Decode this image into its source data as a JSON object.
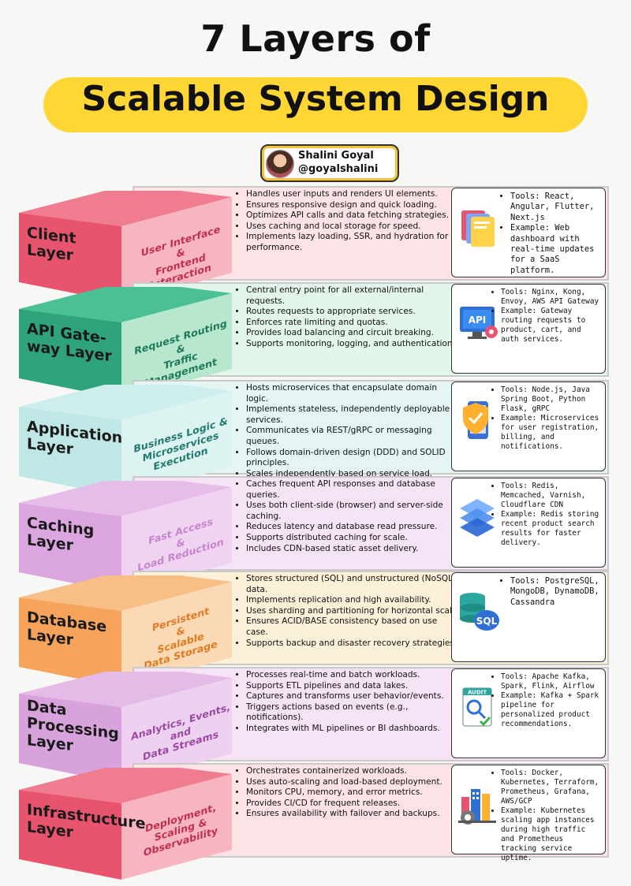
{
  "header": {
    "title_line1": "7 Layers of",
    "title_line2": "Scalable System Design",
    "author_name": "Shalini Goyal",
    "author_handle": "@goyalshalini"
  },
  "colors": {
    "highlight": "#ffd633"
  },
  "layers": [
    {
      "name": "Client\nLayer",
      "subtitle": "User Interface\n&\nFrontend Interaction",
      "color_front": "#e8546e",
      "color_side": "#f6b5c1",
      "color_top": "#f07c90",
      "panel_bg": "#fde3e6",
      "sub_color": "#c0304e",
      "icon": "folders-icon",
      "bullets": [
        "Handles user inputs and renders UI elements.",
        "Ensures responsive design and quick loading.",
        "Optimizes API calls and data fetching strategies.",
        "Uses caching and local storage for speed.",
        "Implements lazy loading, SSR, and hydration for performance."
      ],
      "tools": [
        "Tools: React, Angular, Flutter, Next.js",
        "Example: Web dashboard with real-time updates for a SaaS platform."
      ]
    },
    {
      "name": "API Gate-\nway Layer",
      "subtitle": "Request Routing\n&\nTraffic Management",
      "color_front": "#2fa37a",
      "color_side": "#b8e7cf",
      "color_top": "#4cc095",
      "panel_bg": "#e3f6ea",
      "sub_color": "#1f7a58",
      "icon": "api-monitor-icon",
      "bullets": [
        "Central entry point for all external/internal requests.",
        "Routes requests to appropriate services.",
        "Enforces rate limiting and quotas.",
        "Provides load balancing and circuit breaking.",
        "Supports monitoring, logging, and authentication."
      ],
      "tools": [
        "Tools: Nginx, Kong, Envoy, AWS API Gateway",
        "Example: Gateway routing requests to product, cart, and auth services."
      ]
    },
    {
      "name": "Application\nLayer",
      "subtitle": "Business Logic &\nMicroservices\nExecution",
      "color_front": "#bfe7e6",
      "color_side": "#ddf3f2",
      "color_top": "#cdeeed",
      "panel_bg": "#e4f5f4",
      "sub_color": "#21796f",
      "icon": "shield-phone-icon",
      "bullets": [
        "Hosts microservices that encapsulate domain logic.",
        "Implements stateless, independently deployable services.",
        "Communicates via REST/gRPC or messaging queues.",
        "Follows domain-driven design (DDD) and SOLID principles.",
        "Scales independently based on service load."
      ],
      "tools": [
        "Tools: Node.js, Java Spring Boot, Python Flask, gRPC",
        "Example: Microservices for user registration, billing, and notifications."
      ]
    },
    {
      "name": "Caching\nLayer",
      "subtitle": "Fast Access\n&\nLoad Reduction",
      "color_front": "#dba6df",
      "color_side": "#efd3f1",
      "color_top": "#e6bde9",
      "panel_bg": "#f5e4f6",
      "sub_color": "#c784cc",
      "icon": "layers-stack-icon",
      "bullets": [
        "Caches frequent API responses and database queries.",
        "Uses both client-side (browser) and server-side caching.",
        "Reduces latency and database read pressure.",
        "Supports distributed caching for scale.",
        "Includes CDN-based static asset delivery."
      ],
      "tools": [
        "Tools: Redis, Memcached, Varnish, Cloudflare CDN",
        "Example: Redis storing recent product search results for faster delivery."
      ]
    },
    {
      "name": "Database\nLayer",
      "subtitle": "Persistent\n&\nScalable\nData Storage",
      "color_front": "#f6a35c",
      "color_side": "#fbd9b4",
      "color_top": "#f9bd86",
      "panel_bg": "#fdf0d9",
      "sub_color": "#e07a23",
      "icon": "sql-database-icon",
      "bullets": [
        "Stores structured (SQL) and unstructured (NoSQL) data.",
        "Implements replication and high availability.",
        "Uses sharding and partitioning for horizontal scale.",
        "Ensures ACID/BASE consistency based on use case.",
        "Supports backup and disaster recovery strategies."
      ],
      "tools": [
        "Tools: PostgreSQL, MongoDB, DynamoDB, Cassandra"
      ]
    },
    {
      "name": "Data\nProcessing\nLayer",
      "subtitle": "Analytics, Events,\nand\nData Streams",
      "color_front": "#d8a2dc",
      "color_side": "#eed0f0",
      "color_top": "#e4bae7",
      "panel_bg": "#f6e3f6",
      "sub_color": "#9a4aa0",
      "icon": "audit-report-icon",
      "bullets": [
        "Processes real-time and batch workloads.",
        "Supports ETL pipelines and data lakes.",
        "Captures and transforms user behavior/events.",
        "Triggers actions based on events (e.g., notifications).",
        "Integrates with ML pipelines or BI dashboards."
      ],
      "tools": [
        "Tools: Apache Kafka, Spark, Flink, Airflow",
        "Example: Kafka + Spark pipeline for personalized product recommendations."
      ]
    },
    {
      "name": "Infrastructure\nLayer",
      "subtitle": "Deployment,\nScaling &\nObservability",
      "color_front": "#e8546e",
      "color_side": "#f6b5c1",
      "color_top": "#f07c90",
      "panel_bg": "#fde3e6",
      "sub_color": "#c0304e",
      "icon": "city-gear-icon",
      "bullets": [
        "Orchestrates containerized workloads.",
        "Uses auto-scaling and load-based deployment.",
        "Monitors CPU, memory, and error metrics.",
        "Provides CI/CD for frequent releases.",
        "Ensures availability with failover and backups."
      ],
      "tools": [
        "Tools: Docker, Kubernetes, Terraform, Prometheus, Grafana, AWS/GCP",
        "Example: Kubernetes scaling app instances during high traffic and Prometheus tracking service uptime."
      ]
    }
  ]
}
